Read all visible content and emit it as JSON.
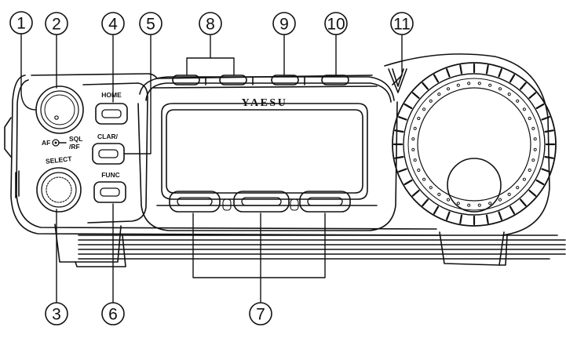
{
  "labels": {
    "home": "HOME",
    "clar": "CLAR/",
    "func": "FUNC",
    "select": "SELECT",
    "af": "AF",
    "sql": "SQL",
    "rf": "/RF",
    "brand": "YAESU"
  },
  "callouts": [
    {
      "id": "1",
      "label": "1"
    },
    {
      "id": "2",
      "label": "2"
    },
    {
      "id": "3",
      "label": "3"
    },
    {
      "id": "4",
      "label": "4"
    },
    {
      "id": "5",
      "label": "5"
    },
    {
      "id": "6",
      "label": "6"
    },
    {
      "id": "7",
      "label": "7"
    },
    {
      "id": "8",
      "label": "8"
    },
    {
      "id": "9",
      "label": "9"
    },
    {
      "id": "10",
      "label": "10"
    },
    {
      "id": "11",
      "label": "11"
    }
  ]
}
